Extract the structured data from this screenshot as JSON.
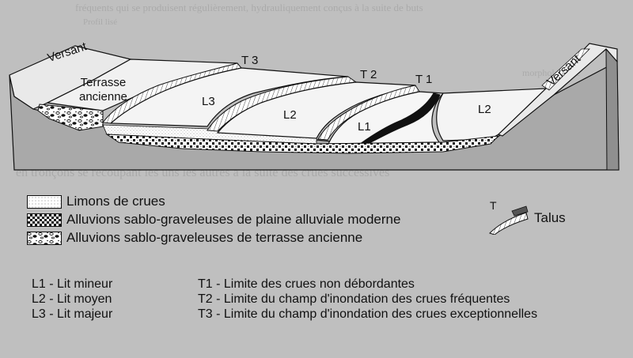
{
  "background_text": [
    "fréquents qui se produisent régulièrement, hydrauliquement conçus à la suite de buts",
    "Profil lisé",
    "en tronçons se recoupant les uns les autres à la suite des crues successives",
    "morphologique"
  ],
  "diagram": {
    "labels": {
      "versant_left": "Versant",
      "versant_right": "Versant",
      "terrasse": "Terrasse\nancienne",
      "t3": "T 3",
      "t2": "T 2",
      "t1": "T 1",
      "l3": "L3",
      "l2_mid": "L2",
      "l1": "L1",
      "l2_right": "L2"
    }
  },
  "legend": {
    "items": [
      {
        "label": "Limons de crues",
        "pattern": "fine-dots"
      },
      {
        "label": "Alluvions sablo-graveleuses de plaine alluviale moderne",
        "pattern": "checker"
      },
      {
        "label": "Alluvions sablo-graveleuses de terrasse ancienne",
        "pattern": "pebbles"
      }
    ],
    "talus": {
      "marker": "T",
      "label": "Talus"
    }
  },
  "definitions": {
    "left": [
      "L1 - Lit mineur",
      "L2 - Lit moyen",
      "L3 - Lit majeur"
    ],
    "right": [
      "T1 - Limite des crues non débordantes",
      "T2 - Limite du champ d'inondation des crues fréquentes",
      "T3 - Limite du champ d'inondation des crues exceptionnelles"
    ]
  }
}
